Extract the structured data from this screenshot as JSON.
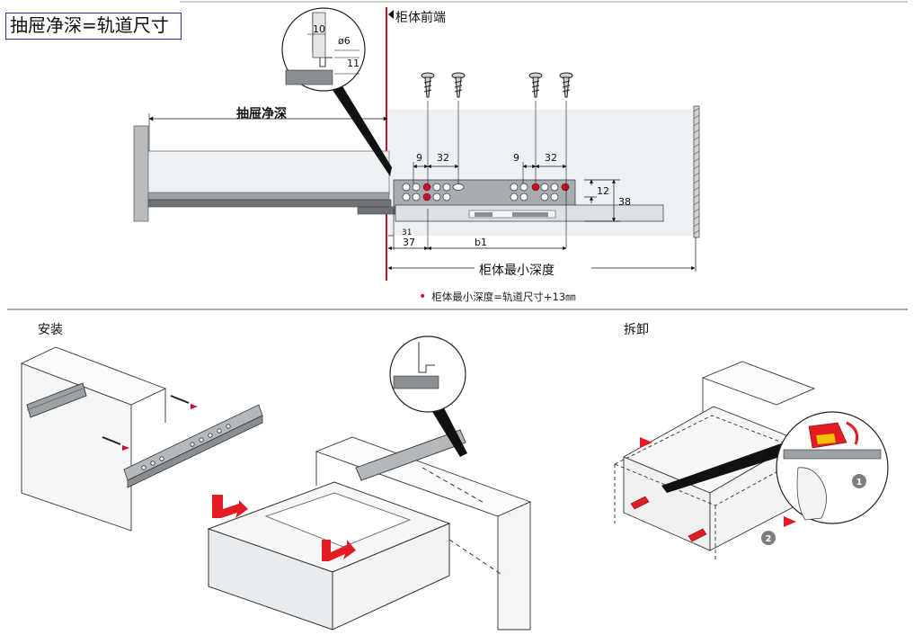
{
  "title": "抽屉净深=轨道尺寸",
  "labels": {
    "cabinet_front": "柜体前端",
    "drawer_depth": "抽屉净深",
    "min_depth": "柜体最小深度",
    "install": "安装",
    "remove": "拆卸"
  },
  "note": "柜体最小深度=轨道尺寸+13㎜",
  "dimensions": {
    "d10": "10",
    "phi6": "ø6",
    "d11": "11",
    "d9a": "9",
    "d32a": "32",
    "d9b": "9",
    "d32b": "32",
    "d12": "12",
    "d38": "38",
    "d31": "31",
    "d37": "37",
    "b1": "b1"
  },
  "steps": [
    "1",
    "2"
  ],
  "colors": {
    "accent_red": "#c8102e",
    "title_border": "#1a3a8c",
    "metal": "#8a8f93",
    "panel": "#e9edf0"
  }
}
